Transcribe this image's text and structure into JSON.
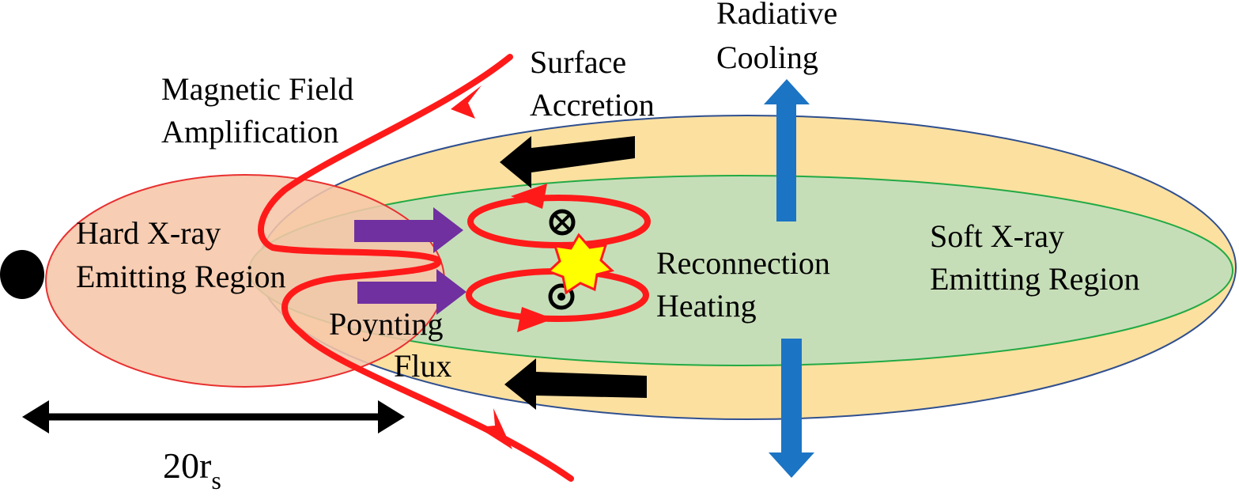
{
  "labels": {
    "magnetic_field_amplification": {
      "line1": "Magnetic Field",
      "line2": "Amplification"
    },
    "surface_accretion": {
      "line1": "Surface",
      "line2": "Accretion"
    },
    "radiative_cooling": {
      "line1": "Radiative",
      "line2": "Cooling"
    },
    "hard_xray_region": {
      "line1": "Hard X-ray",
      "line2": "Emitting Region"
    },
    "soft_xray_region": {
      "line1": "Soft X-ray",
      "line2": "Emitting Region"
    },
    "reconnection_heating": {
      "line1": "Reconnection",
      "line2": "Heating"
    },
    "poynting_flux": {
      "line1": "Poynting",
      "line2": "Flux"
    },
    "scale_bar": {
      "base": "20r",
      "subscript": "s"
    }
  },
  "colors": {
    "outer_disk_fill": "#fbe0a0",
    "outer_disk_stroke": "#2f4f8f",
    "inner_region_fill": "#c6deb8",
    "inner_region_stroke": "#22aa44",
    "hard_region_fill": "#f6c6a8",
    "hard_region_stroke": "#e83030",
    "field_line": "#ff1a1a",
    "poynting_arrow": "#7030a0",
    "cooling_arrow": "#1c74c4",
    "flow_arrow": "#000000",
    "reconnection_star_fill": "#ffff00",
    "reconnection_star_stroke": "#ff1a1a"
  },
  "icons": {
    "field_into_page": "circle-cross-icon",
    "field_out_of_page": "circle-dot-icon",
    "reconnection": "star-burst-icon",
    "central_object": "black-hole-icon"
  }
}
